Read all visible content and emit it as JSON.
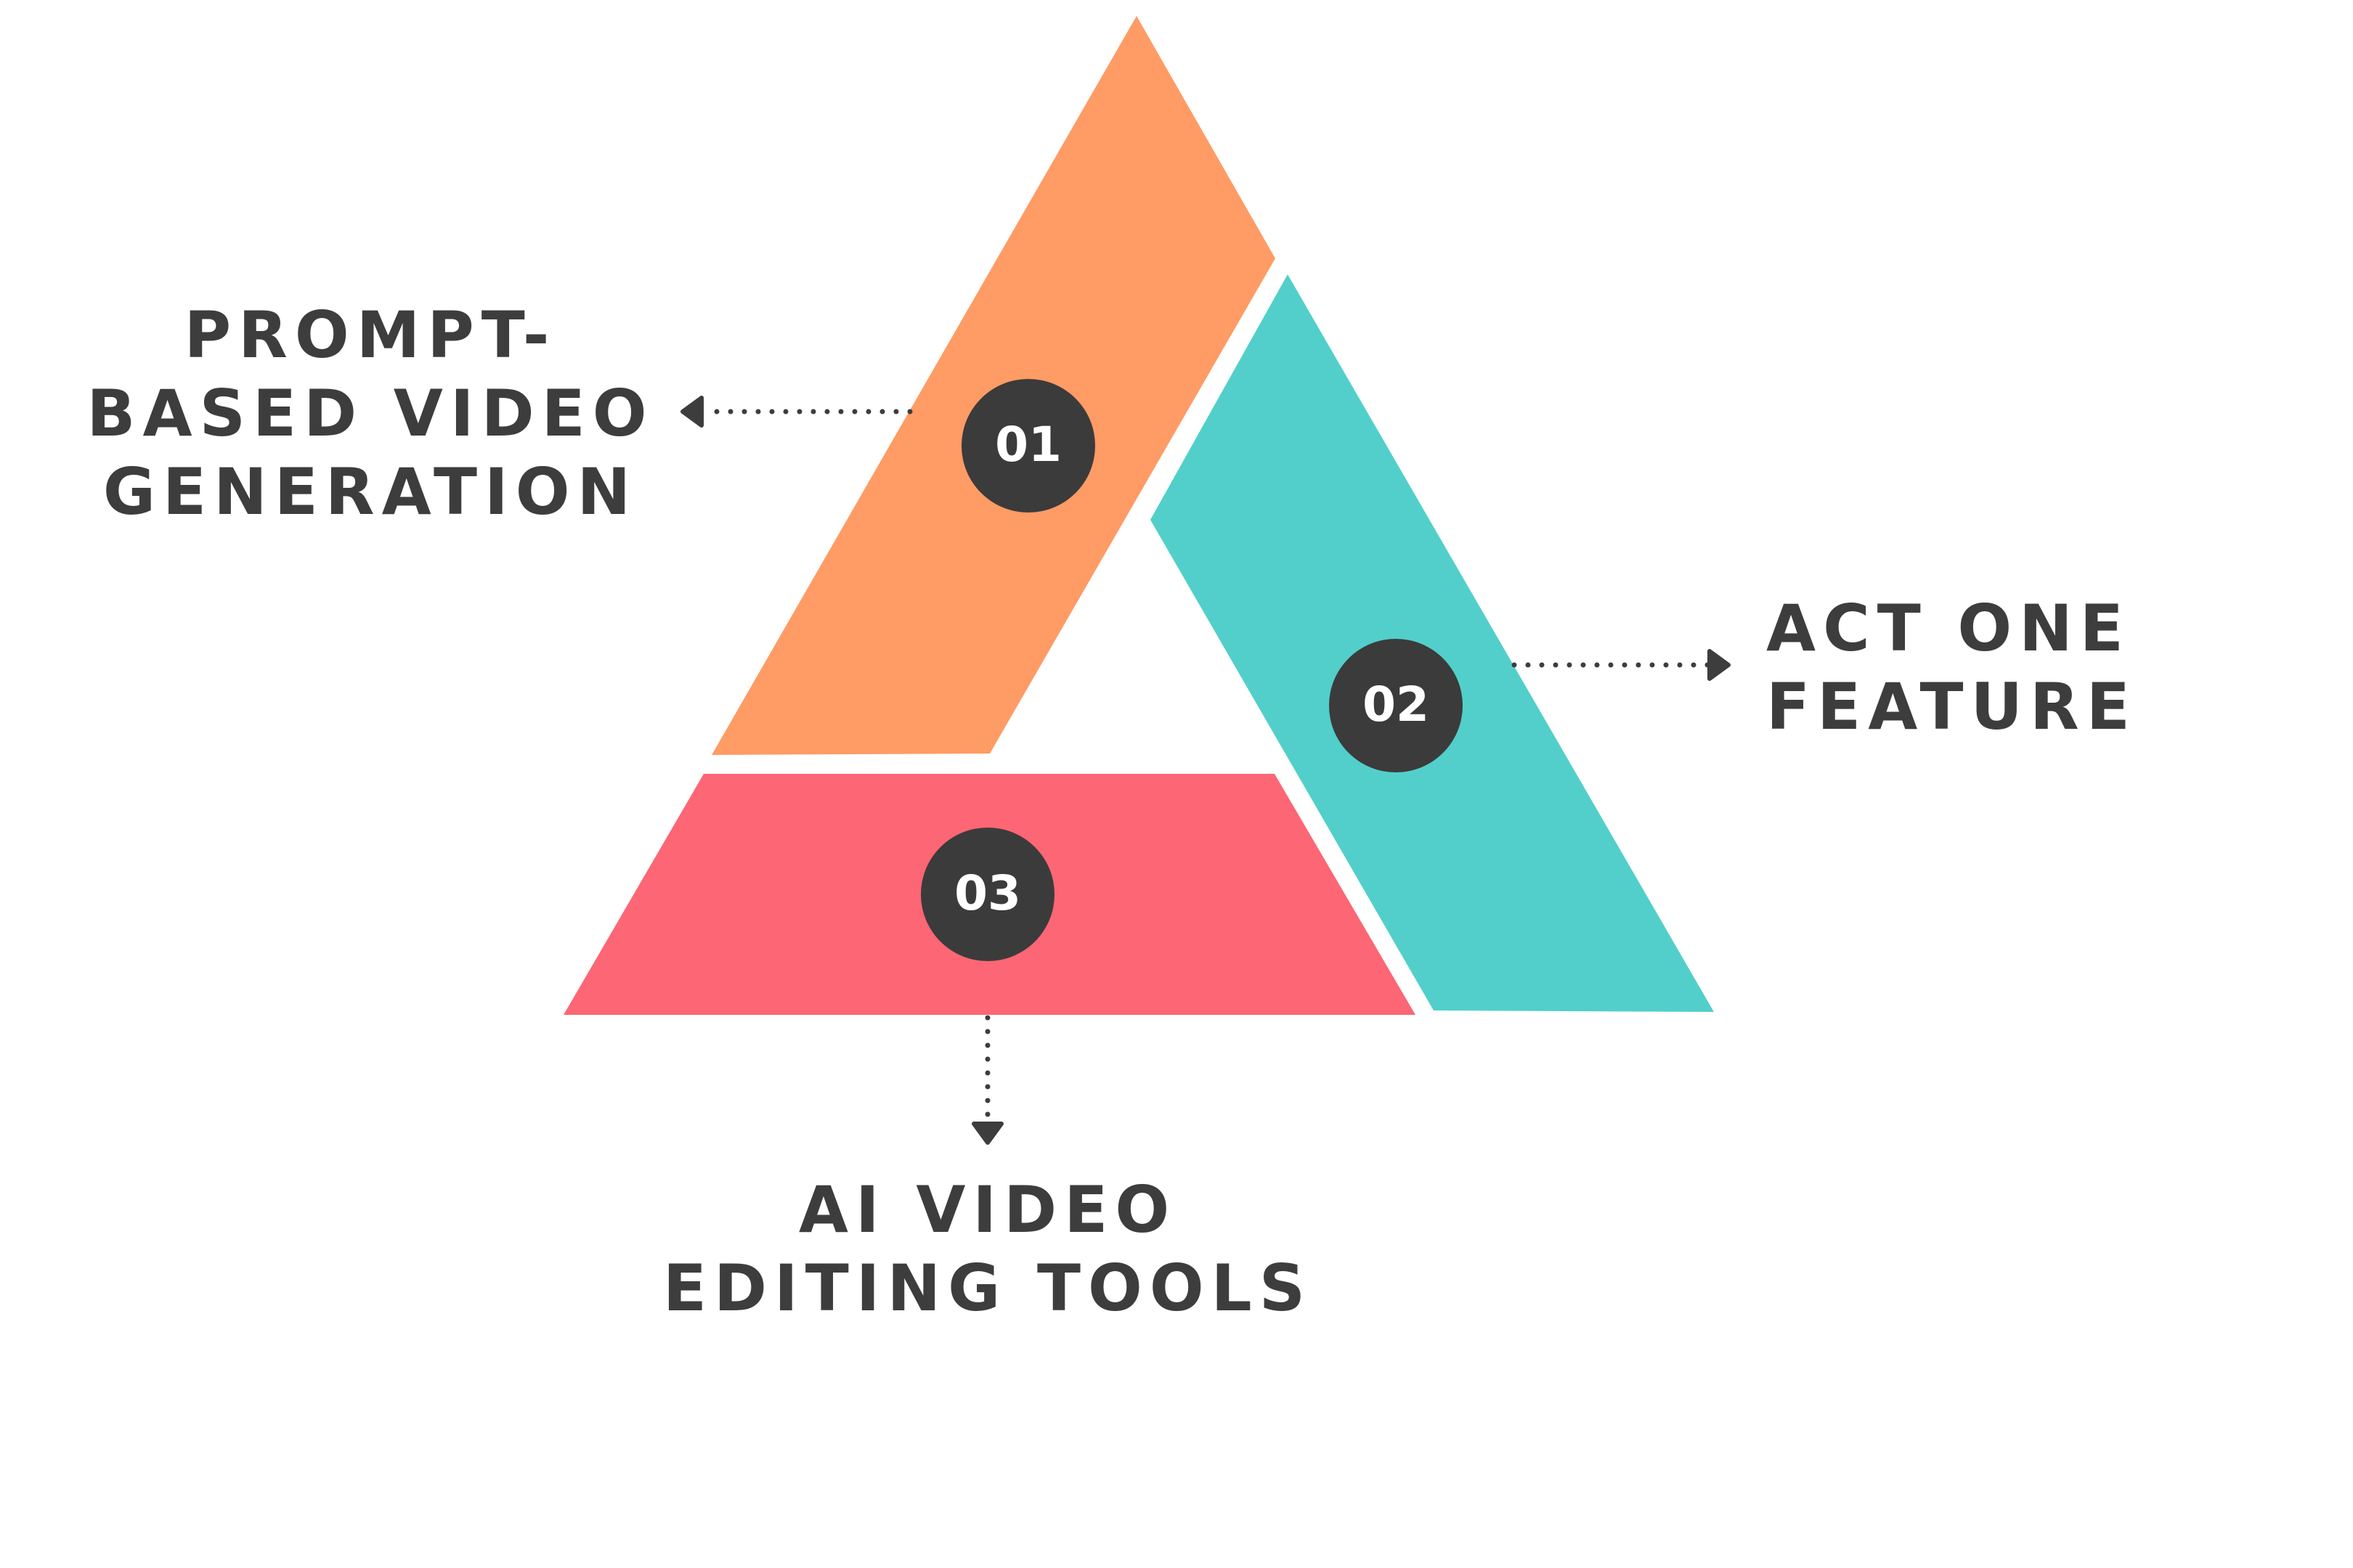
{
  "diagram": {
    "colors": {
      "segment_1": "#FF9B65",
      "segment_2": "#52CFCA",
      "segment_3": "#FC6675",
      "badge": "#3B3B3B",
      "text": "#3D3D3D"
    },
    "segments": [
      {
        "number": "01",
        "label_lines": [
          "PROMPT-",
          "BASED VIDEO",
          "GENERATION"
        ]
      },
      {
        "number": "02",
        "label_lines": [
          "ACT ONE",
          "FEATURE"
        ]
      },
      {
        "number": "03",
        "label_lines": [
          "AI VIDEO",
          "EDITING TOOLS"
        ]
      }
    ]
  }
}
